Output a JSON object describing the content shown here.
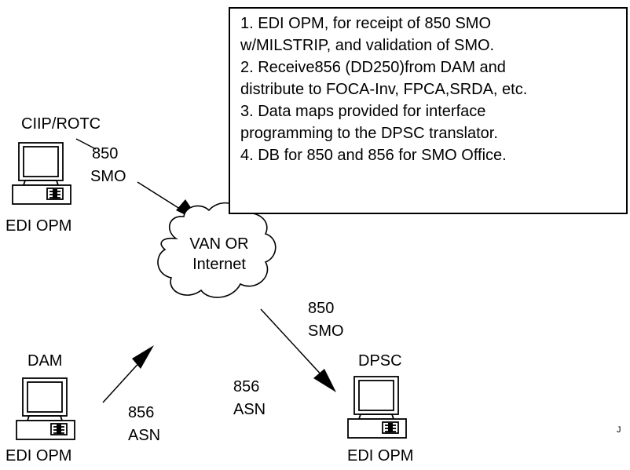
{
  "notes": [
    "1. EDI OPM, for receipt of 850 SMO",
    "w/MILSTRIP, and validation of SMO.",
    "2. Receive856 (DD250)from DAM and",
    "distribute to FOCA-Inv, FPCA,SRDA, etc.",
    "3. Data maps provided for interface",
    "programming to the DPSC translator.",
    "4. DB for 850 and 856 for SMO Office."
  ],
  "nodes": {
    "ciip": {
      "title": "CIIP/ROTC",
      "caption": "EDI OPM"
    },
    "dam": {
      "title": "DAM",
      "caption": "EDI OPM"
    },
    "dpsc": {
      "title": "DPSC",
      "caption": "EDI OPM"
    }
  },
  "cloud": {
    "line1": "VAN OR",
    "line2": "Internet"
  },
  "flows": {
    "ciip_to_van": {
      "line1": "850",
      "line2": "SMO"
    },
    "van_to_dpsc": {
      "line1": "850",
      "line2": "SMO"
    },
    "dam_to_van": {
      "line1": "856",
      "line2": "ASN"
    },
    "dpsc_mid": {
      "line1": "856",
      "line2": "ASN"
    }
  },
  "stray_mark": "J",
  "icons": {
    "computer": "desktop-computer-icon",
    "cloud": "network-cloud-icon",
    "arrow": "flow-arrow-icon"
  }
}
